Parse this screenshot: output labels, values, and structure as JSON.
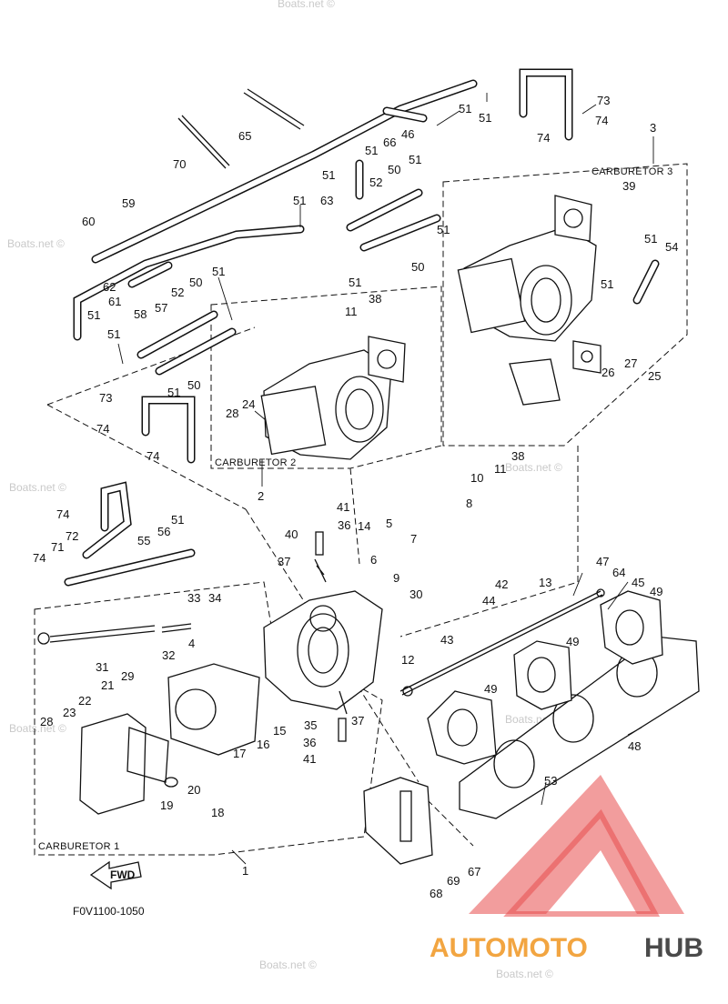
{
  "groups": {
    "carb1": "CARBURETOR 1",
    "carb2": "CARBURETOR 2",
    "carb3": "CARBURETOR 3"
  },
  "figure_code": "F0V1100-1050",
  "fwd_label": "FWD",
  "watermark": "Boats.net ©",
  "brand": {
    "auto": "AUTOMOTO",
    "hub": "HUB",
    "color_accent": "#f2a541",
    "color_logo": "#e84c4c",
    "color_dark": "#4a4a4a"
  },
  "callouts": [
    "1",
    "2",
    "3",
    "4",
    "5",
    "6",
    "7",
    "8",
    "9",
    "10",
    "11",
    "12",
    "13",
    "14",
    "15",
    "16",
    "17",
    "18",
    "19",
    "20",
    "21",
    "22",
    "23",
    "24",
    "25",
    "26",
    "27",
    "28",
    "29",
    "30",
    "31",
    "32",
    "33",
    "34",
    "35",
    "36",
    "37",
    "38",
    "39",
    "40",
    "41",
    "42",
    "43",
    "44",
    "45",
    "46",
    "47",
    "48",
    "49",
    "50",
    "51",
    "52",
    "53",
    "54",
    "55",
    "56",
    "57",
    "58",
    "59",
    "60",
    "61",
    "62",
    "63",
    "64",
    "65",
    "66",
    "67",
    "68",
    "69",
    "70",
    "71",
    "72",
    "73",
    "74"
  ]
}
